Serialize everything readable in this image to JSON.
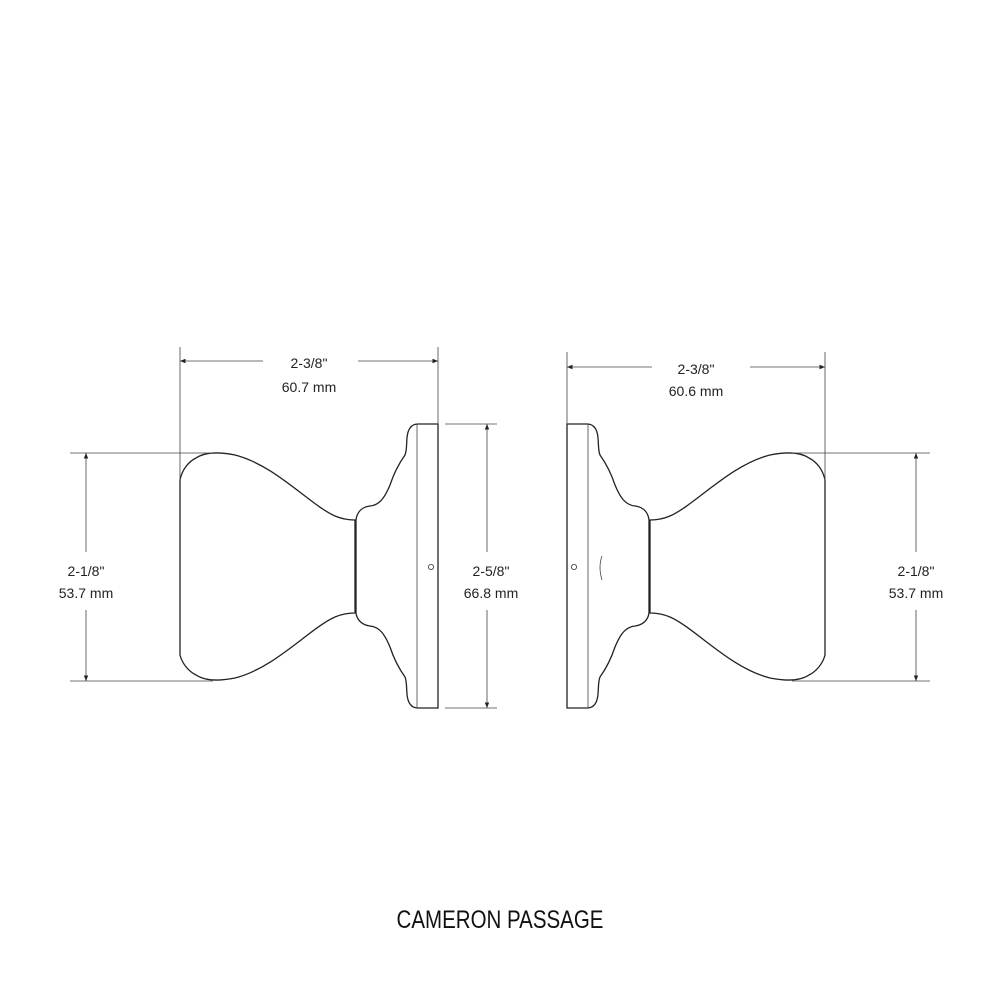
{
  "title": "CAMERON PASSAGE",
  "left_view": {
    "width_in": "2-3/8\"",
    "width_mm": "60.7 mm",
    "knob_height_in": "2-1/8\"",
    "knob_height_mm": "53.7 mm",
    "rose_height_in": "2-5/8\"",
    "rose_height_mm": "66.8 mm"
  },
  "right_view": {
    "width_in": "2-3/8\"",
    "width_mm": "60.6 mm",
    "knob_height_in": "2-1/8\"",
    "knob_height_mm": "53.7 mm"
  }
}
